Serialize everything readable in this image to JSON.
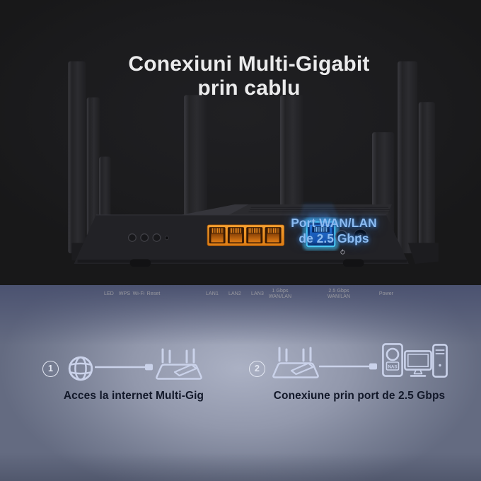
{
  "header": {
    "title_line1": "Conexiuni Multi-Gigabit",
    "title_line2": "prin cablu"
  },
  "callout": {
    "line1": "Port WAN/LAN",
    "line2": "de 2.5 Gbps",
    "text_color": "#8cbcf2",
    "glow_color": "#3c8ceb"
  },
  "panel": {
    "led": "LED",
    "wps": "WPS",
    "wifi": "Wi-Fi",
    "reset": "Reset",
    "lan1": "LAN1",
    "lan2": "LAN2",
    "lan3": "LAN3",
    "wan1g_l1": "1 Gbps",
    "wan1g_l2": "WAN/LAN",
    "wan25_l1": "2.5 Gbps",
    "wan25_l2": "WAN/LAN",
    "power": "Power",
    "lan_port_color": "#f0961f",
    "multi_gig_port_color": "#1565d8",
    "port_glow_color": "#49d0f6"
  },
  "steps": [
    {
      "number": "1",
      "caption": "Acces la internet Multi-Gig"
    },
    {
      "number": "2",
      "caption": "Conexiune prin port de 2.5 Gbps",
      "nas_label": "NAS"
    }
  ],
  "colors": {
    "hero_background": "#1b1b1d",
    "info_background_light": "#abb1c4",
    "info_background_dark": "#4b5270",
    "icon_stroke": "#cad2ea",
    "caption_text": "#121829"
  }
}
